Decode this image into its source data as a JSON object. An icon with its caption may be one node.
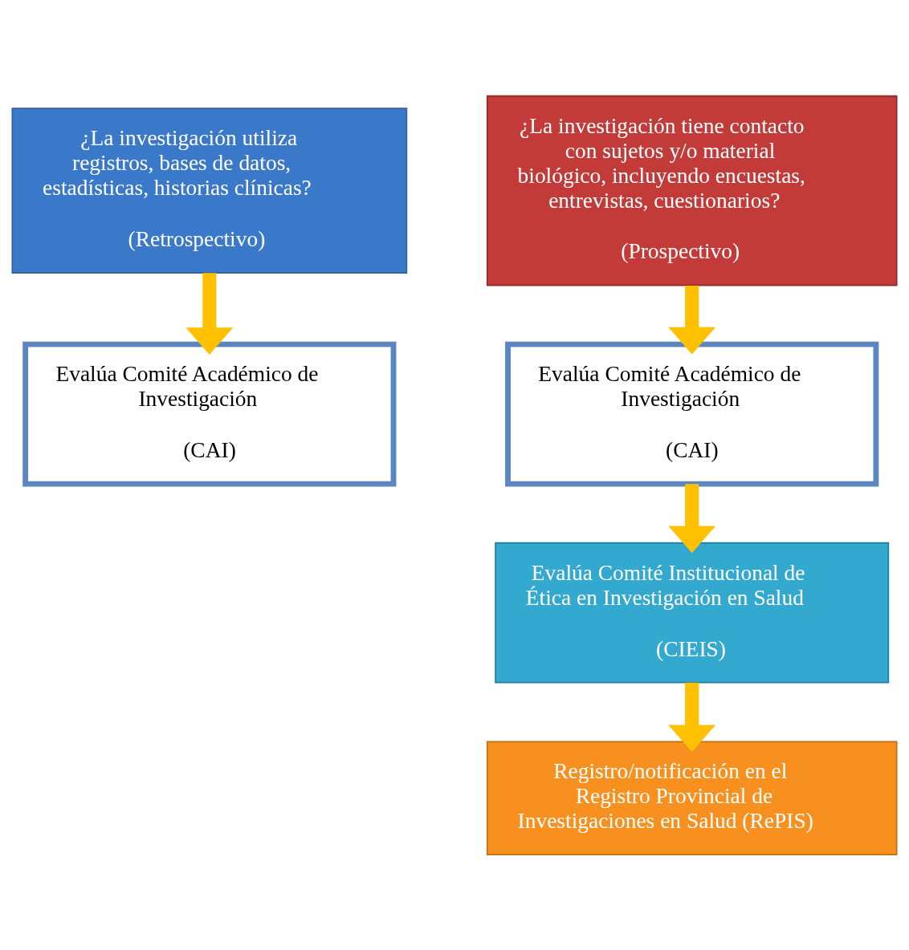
{
  "diagram": {
    "nodes": [
      {
        "text": [
          "¿La investigación utiliza registros, bases de datos, estadísticas, historias clínicas?",
          "(Retrospectivo)"
        ]
      },
      {
        "text": [
          "¿La investigación tiene contacto con sujetos y/o material biológico, incluyendo encuestas, entrevistas, cuestionarios?",
          "(Prospectivo)"
        ]
      },
      {
        "text": [
          "Evalúa Comité Académico de Investigación",
          "(CAI)"
        ]
      },
      {
        "text": [
          "Evalúa Comité Académico de Investigación",
          "(CAI)"
        ]
      },
      {
        "text": [
          "Evalúa Comité Institucional de Ética en Investigación en Salud",
          "(CIEIS)"
        ]
      },
      {
        "text": [
          "Registro/notificación en el Registro Provincial de Investigaciones en Salud (RePIS)"
        ]
      }
    ],
    "edges": [
      {
        "from": 0,
        "to": 2,
        "arrow": "to"
      },
      {
        "from": 1,
        "to": 3,
        "arrow": "to"
      },
      {
        "from": 3,
        "to": 4,
        "arrow": "to"
      },
      {
        "from": 4,
        "to": 5,
        "arrow": "to"
      }
    ]
  }
}
